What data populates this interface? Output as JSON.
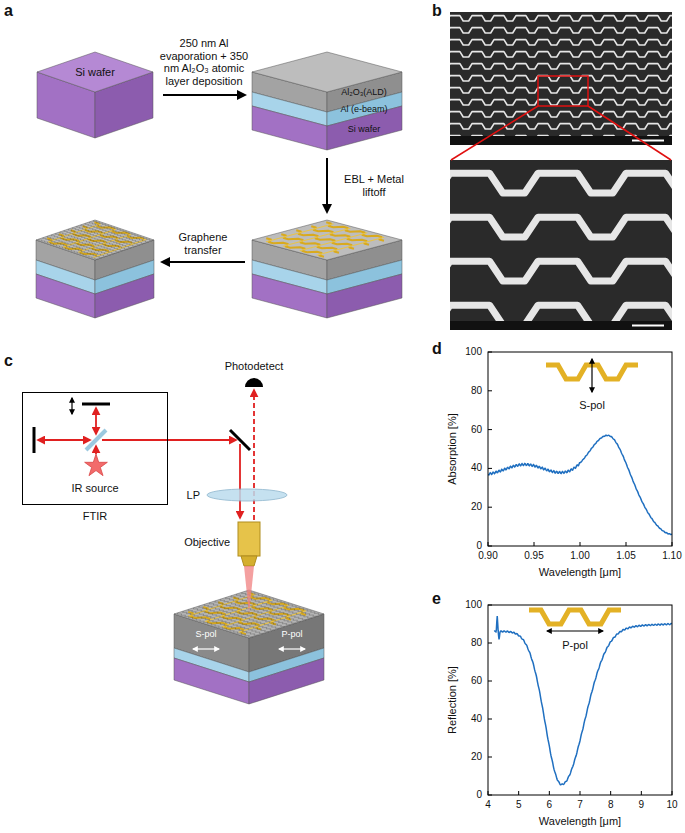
{
  "diagram": {
    "nodes": [
      {
        "text": [
          "IR source",
          "FTIR"
        ]
      }
    ],
    "labels": [
      "a",
      "Si wafer",
      "250 nm Al evaporation + 350 nm Al₂O₃ atomic layer deposition",
      "Al₂O₃(ALD)",
      "Al (e-beam)",
      "Si wafer",
      "EBL + Metal liftoff",
      "Graphene transfer",
      "b",
      "c",
      "Photodetect",
      "LP",
      "Objective",
      "S-pol",
      "P-pol",
      "d",
      "Absorption [%]",
      "0",
      "20",
      "40",
      "60",
      "80",
      "100",
      "0.90",
      "0.95",
      "1.00",
      "1.05",
      "1.10",
      "Wavelength [μm]",
      "S-pol",
      "e",
      "Reflection [%]",
      "0",
      "20",
      "40",
      "60",
      "80",
      "100",
      "4",
      "5",
      "6",
      "7",
      "8",
      "9",
      "10",
      "Wavelength [μm]",
      "P-pol"
    ]
  }
}
